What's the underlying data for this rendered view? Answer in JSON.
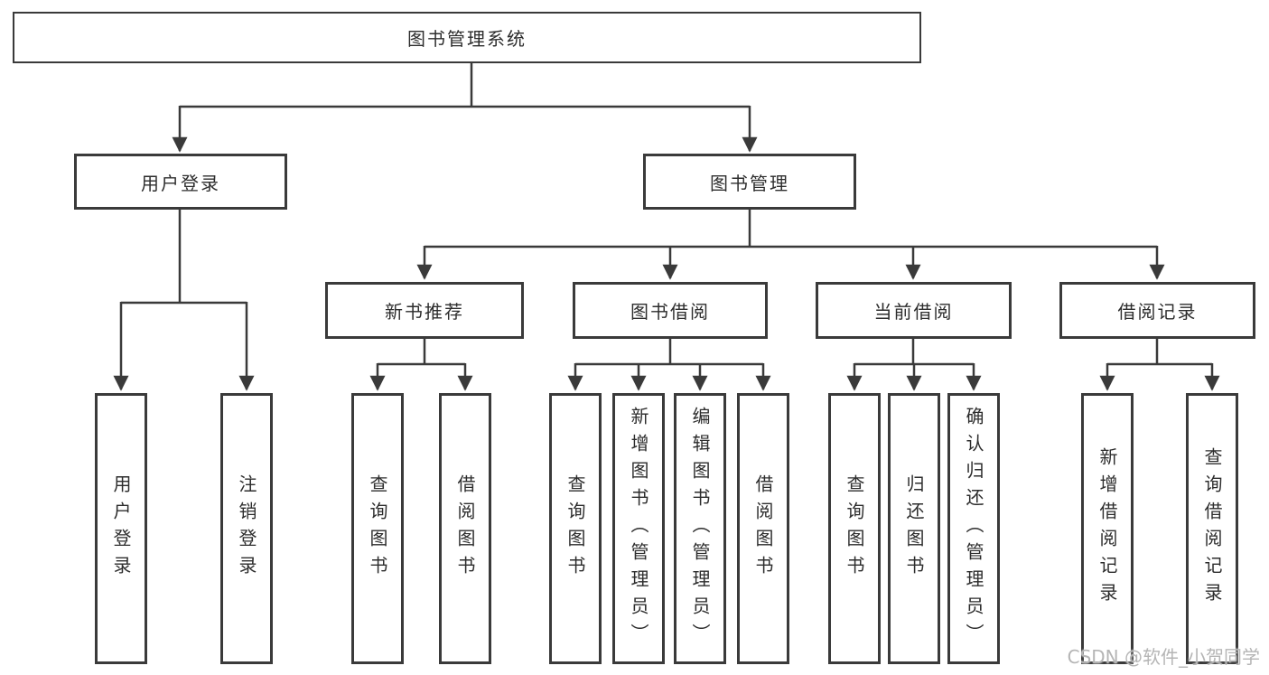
{
  "tree": {
    "root": "图书管理系统",
    "branches": [
      {
        "label": "用户登录",
        "children": [
          "用户登录",
          "注销登录"
        ]
      },
      {
        "label": "图书管理",
        "sections": [
          {
            "label": "新书推荐",
            "children": [
              "查询图书",
              "借阅图书"
            ]
          },
          {
            "label": "图书借阅",
            "children": [
              "查询图书",
              "新增图书（管理员）",
              "编辑图书（管理员）",
              "借阅图书"
            ]
          },
          {
            "label": "当前借阅",
            "children": [
              "查询图书",
              "归还图书",
              "确认归还（管理员）"
            ]
          },
          {
            "label": "借阅记录",
            "children": [
              "新增借阅记录",
              "查询借阅记录"
            ]
          }
        ]
      }
    ]
  },
  "watermark": "CSDN @软件_小贺同学",
  "colors": {
    "line": "#3a3a3a",
    "box_border": "#3a3a3a",
    "text": "#2d2d2d",
    "watermark": "#b5b5b5",
    "background": "#ffffff"
  }
}
